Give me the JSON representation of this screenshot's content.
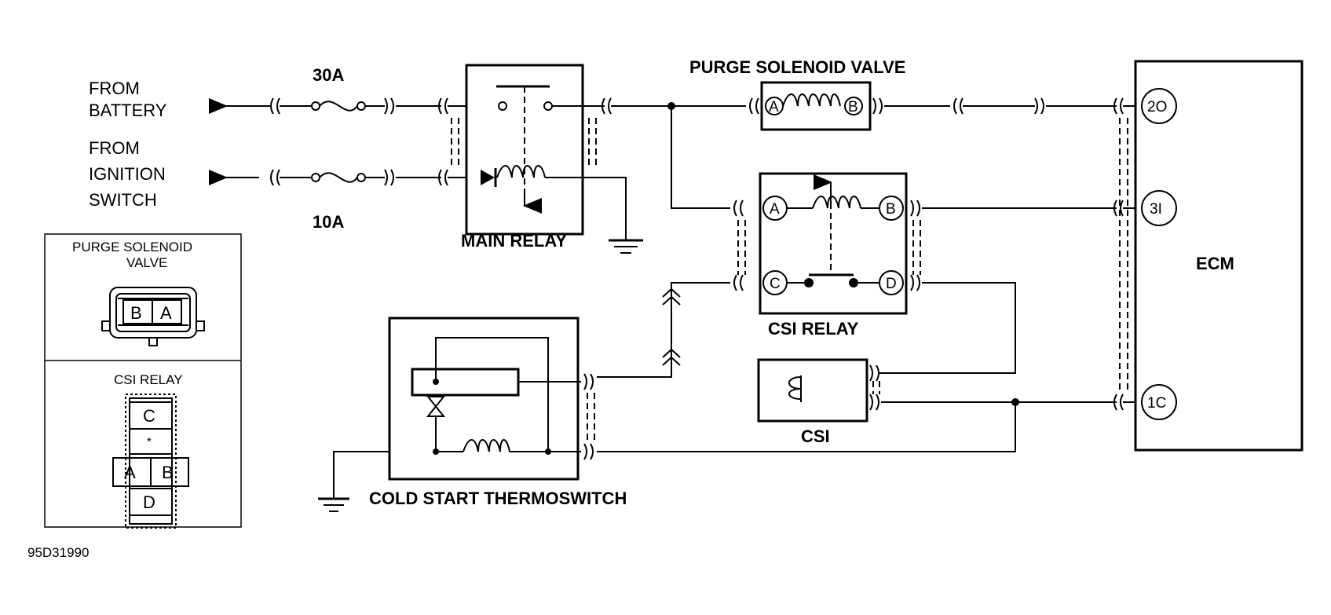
{
  "sources": {
    "battery_label_line1": "FROM",
    "battery_label_line2": "BATTERY",
    "ignition_label_line1": "FROM",
    "ignition_label_line2": "IGNITION",
    "ignition_label_line3": "SWITCH"
  },
  "fuses": {
    "battery_fuse": "30A",
    "ignition_fuse": "10A"
  },
  "components": {
    "main_relay": "MAIN RELAY",
    "purge_valve": "PURGE SOLENOID  VALVE",
    "csi_relay": "CSI RELAY",
    "csi": "CSI",
    "thermoswitch": "COLD START THERMOSWITCH",
    "ecm": "ECM"
  },
  "pins": {
    "purge_a": "A",
    "purge_b": "B",
    "relay_a": "A",
    "relay_b": "B",
    "relay_c": "C",
    "relay_d": "D",
    "ecm_2o": "2O",
    "ecm_3i": "3I",
    "ecm_1c": "1C"
  },
  "connector_views": {
    "purge_title_line1": "PURGE SOLENOID",
    "purge_title_line2": "VALVE",
    "purge_pin_b": "B",
    "purge_pin_a": "A",
    "csi_relay_title": "CSI RELAY",
    "csi_pin_c": "C",
    "csi_pin_mid": "*",
    "csi_pin_a": "A",
    "csi_pin_b": "B",
    "csi_pin_d": "D"
  },
  "figure_id": "95D31990"
}
